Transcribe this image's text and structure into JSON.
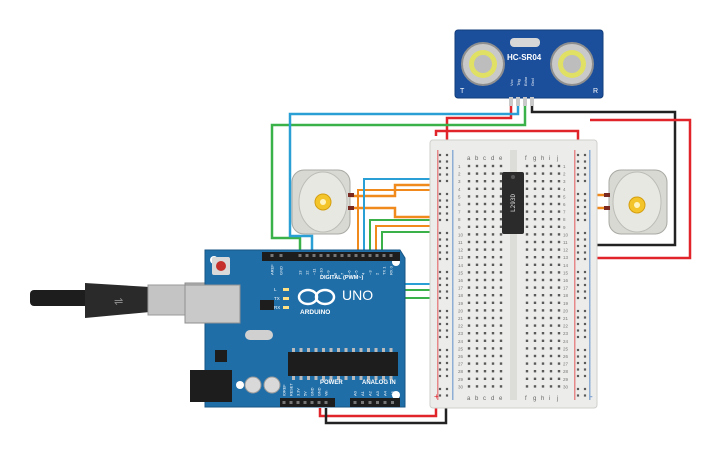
{
  "sensor": {
    "model": "HC-SR04",
    "left_mark": "T",
    "right_mark": "R",
    "pins": [
      "Vcc",
      "Trig",
      "Echo",
      "Gnd"
    ]
  },
  "arduino": {
    "brand": "ARDUINO",
    "model": "UNO",
    "digital_label": "DIGITAL (PWM~)",
    "power_label": "POWER",
    "analog_label": "ANALOG IN",
    "tx": "TX",
    "rx": "RX",
    "l": "L",
    "aref": "AREF",
    "gnd": "GND",
    "digital_pins": [
      "13",
      "12",
      "~11",
      "~10",
      "~9",
      "8",
      "7",
      "~6",
      "~5",
      "4",
      "~3",
      "2",
      "TX 1",
      "RX 0"
    ],
    "power_pins": [
      "IOREF",
      "RESET",
      "3.3V",
      "5V",
      "GND",
      "GND",
      "Vin"
    ],
    "analog_pins": [
      "A0",
      "A1",
      "A2",
      "A3",
      "A4",
      "A5"
    ]
  },
  "breadboard": {
    "columns_left": [
      "a",
      "b",
      "c",
      "d",
      "e"
    ],
    "columns_right": [
      "f",
      "g",
      "h",
      "i",
      "j"
    ],
    "rows": [
      "1",
      "2",
      "3",
      "4",
      "5",
      "6",
      "7",
      "8",
      "9",
      "10",
      "11",
      "12",
      "13",
      "14",
      "15",
      "16",
      "17",
      "18",
      "19",
      "20",
      "21",
      "22",
      "23",
      "24",
      "25",
      "26",
      "27",
      "28",
      "29",
      "30"
    ],
    "plus": "+",
    "minus": "-"
  },
  "driver_chip": {
    "name": "L293D"
  },
  "colors": {
    "board_blue": "#1f6ea8",
    "sensor_blue": "#1b4f9c",
    "wire_red": "#e0242a",
    "wire_black": "#222222",
    "wire_orange": "#f08a1c",
    "wire_green": "#3bb14a",
    "wire_blue": "#2a9fd6",
    "motor_body": "#e5e5e0",
    "motor_gear": "#f4c52b"
  }
}
